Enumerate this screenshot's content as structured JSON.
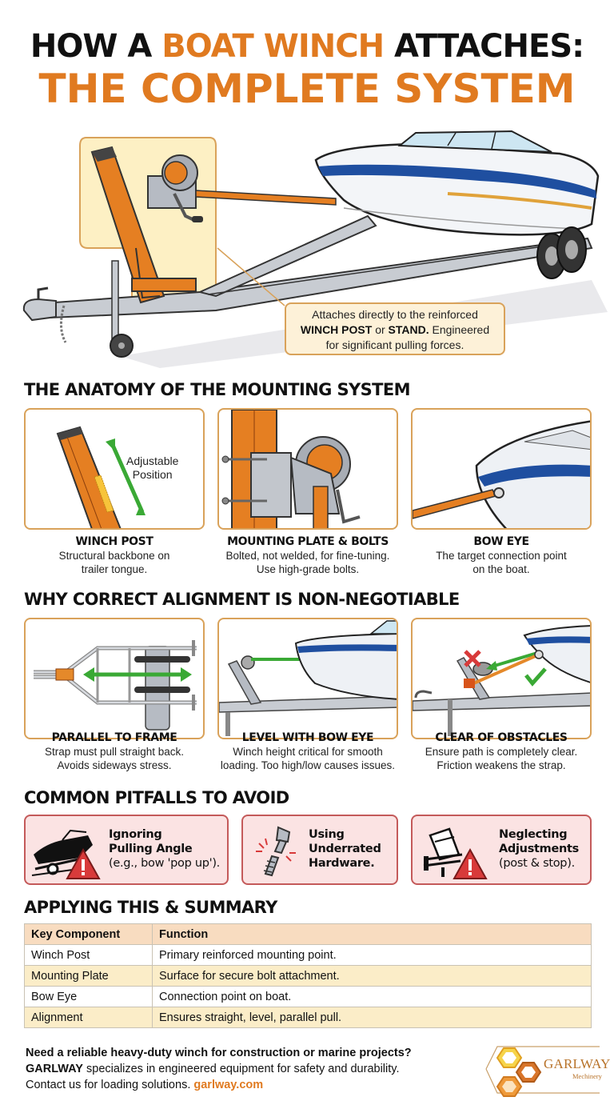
{
  "header": {
    "line1_a": "HOW A ",
    "line1_b": "BOAT WINCH",
    "line1_c": " ATTACHES:",
    "line2": "THE COMPLETE SYSTEM"
  },
  "hero": {
    "callout": {
      "line1": "Attaches directly to the reinforced",
      "bold1": "WINCH POST",
      "mid": " or ",
      "bold2": "STAND.",
      "tail": " Engineered",
      "line3": "for significant pulling forces."
    }
  },
  "anatomy": {
    "heading": "THE ANATOMY OF THE MOUNTING SYSTEM",
    "adjustable_label_1": "Adjustable",
    "adjustable_label_2": "Position",
    "items": [
      {
        "title": "WINCH POST",
        "desc1": "Structural backbone on",
        "desc2": "trailer tongue."
      },
      {
        "title": "MOUNTING PLATE & BOLTS",
        "desc1": "Bolted, not welded, for fine-tuning.",
        "desc2": "Use high-grade bolts."
      },
      {
        "title": "BOW EYE",
        "desc1": "The target connection point",
        "desc2": "on the boat."
      }
    ]
  },
  "alignment": {
    "heading": "WHY CORRECT ALIGNMENT IS NON-NEGOTIABLE",
    "items": [
      {
        "title": "PARALLEL TO FRAME",
        "desc1": "Strap must pull straight back.",
        "desc2": "Avoids sideways stress."
      },
      {
        "title": "LEVEL WITH BOW EYE",
        "desc1": "Winch height critical for smooth",
        "desc2": "loading. Too high/low causes issues."
      },
      {
        "title": "CLEAR OF OBSTACLES",
        "desc1": "Ensure path is completely clear.",
        "desc2": "Friction weakens the strap."
      }
    ]
  },
  "pitfalls": {
    "heading": "COMMON PITFALLS TO AVOID",
    "items": [
      {
        "line1": "Ignoring",
        "line2": "Pulling Angle",
        "line3": "(e.g., bow 'pop up')."
      },
      {
        "line1": "Using",
        "line2": "Underrated",
        "line3": "Hardware."
      },
      {
        "line1": "Neglecting",
        "line2": "Adjustments",
        "line3": "(post & stop)."
      }
    ]
  },
  "summary": {
    "heading": "APPLYING THIS & SUMMARY",
    "columns": [
      "Key Component",
      "Function"
    ],
    "rows": [
      [
        "Winch Post",
        "Primary reinforced mounting point."
      ],
      [
        "Mounting Plate",
        "Surface for secure bolt attachment."
      ],
      [
        "Bow Eye",
        "Connection point on boat."
      ],
      [
        "Alignment",
        "Ensures straight, level, parallel pull."
      ]
    ]
  },
  "footer": {
    "question": "Need a reliable heavy-duty winch for construction or marine projects?",
    "brand": "GARLWAY",
    "brand_text": " specializes in engineered equipment for safety and durability.",
    "contact": "Contact us for loading solutions. ",
    "link": "garlway.com"
  },
  "logo": {
    "name": "GARLWAY",
    "sub": "Mechinery"
  },
  "colors": {
    "accent_orange": "#e07a20",
    "panel_border": "#d9a25a",
    "pitfall_bg": "#fbe3e3",
    "pitfall_border": "#c45a5a",
    "boat_blue": "#1f4fa0",
    "ok_green": "#3aa935",
    "warn_red": "#d83a3a"
  }
}
